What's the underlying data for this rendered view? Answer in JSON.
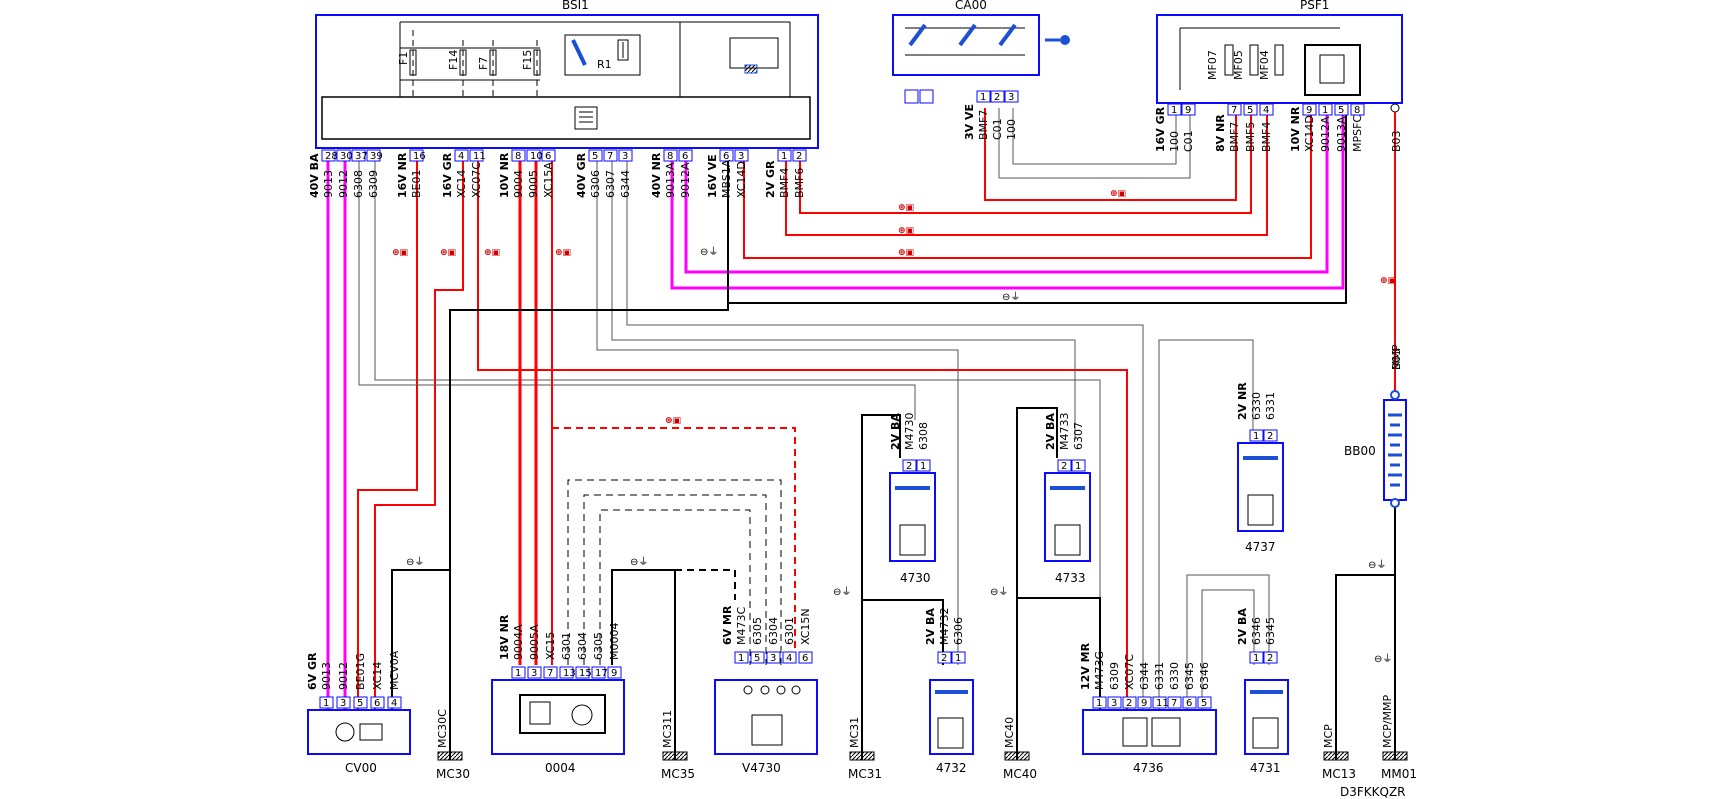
{
  "diagram_code": "D3FKKQZR",
  "components": {
    "bsi1": {
      "label": "BSI1",
      "fuses": [
        "F1",
        "F14",
        "F7",
        "F15"
      ],
      "relay": "R1"
    },
    "ca00": {
      "label": "CA00"
    },
    "psf1": {
      "label": "PSF1",
      "fuses": [
        "MF07",
        "MF05",
        "MF04"
      ]
    },
    "cv00": {
      "label": "CV00"
    },
    "c0004": {
      "label": "0004"
    },
    "v4730": {
      "label": "V4730"
    },
    "c4730": {
      "label": "4730"
    },
    "c4733": {
      "label": "4733"
    },
    "c4737": {
      "label": "4737"
    },
    "c4732": {
      "label": "4732"
    },
    "c4736": {
      "label": "4736"
    },
    "c4731": {
      "label": "4731"
    },
    "bb00": {
      "label": "BB00"
    }
  },
  "grounds": [
    "MC30",
    "MC35",
    "MC31",
    "MC40",
    "MC13",
    "MM01"
  ],
  "ground_wires": {
    "mc30": "MC30C",
    "mc35": "MC311",
    "mc31": "MC31",
    "mc40": "MC40",
    "mc13": "MCP",
    "mm01": "MCP/MMP"
  },
  "connectors": {
    "bsi1_a": {
      "header": "40V BA",
      "pins": [
        "28",
        "30",
        "37",
        "39"
      ],
      "wires": [
        "9013",
        "9012",
        "6308",
        "6309"
      ]
    },
    "bsi1_b": {
      "header": "16V NR",
      "pins": [
        "16"
      ],
      "wires": [
        "BE01"
      ]
    },
    "bsi1_c": {
      "header": "16V GR",
      "pins": [
        "4",
        "11"
      ],
      "wires": [
        "XC14",
        "XC07C"
      ]
    },
    "bsi1_d": {
      "header": "10V NR",
      "pins": [
        "8",
        "10",
        "6"
      ],
      "wires": [
        "9004",
        "9005",
        "XC15A"
      ]
    },
    "bsi1_e": {
      "header": "40V GR",
      "pins": [
        "5",
        "7",
        "3"
      ],
      "wires": [
        "6306",
        "6307",
        "6344"
      ]
    },
    "bsi1_f": {
      "header": "40V NR",
      "pins": [
        "8",
        "6"
      ],
      "wires": [
        "9013A",
        "9012A"
      ]
    },
    "bsi1_g": {
      "header": "16V VE",
      "pins": [
        "6",
        "3"
      ],
      "wires": [
        "MBS1A",
        "XC14D"
      ]
    },
    "bsi1_h": {
      "header": "2V GR",
      "pins": [
        "1",
        "2"
      ],
      "wires": [
        "BMF4",
        "BMF6"
      ]
    },
    "ca00_a": {
      "header": "3V VE",
      "pins": [
        "1",
        "2",
        "3"
      ],
      "wires": [
        "BMF7",
        "C01",
        "100"
      ]
    },
    "psf1_a": {
      "header": "16V GR",
      "pins": [
        "1",
        "9"
      ],
      "wires": [
        "100",
        "C01"
      ]
    },
    "psf1_b": {
      "header": "8V NR",
      "pins": [
        "7",
        "5",
        "4"
      ],
      "wires": [
        "BMF7",
        "BMF5",
        "BMF4"
      ]
    },
    "psf1_c": {
      "header": "10V NR",
      "pins": [
        "9",
        "1",
        "5",
        "8"
      ],
      "wires": [
        "XC14D",
        "9012A",
        "9013A",
        "MPSFC"
      ]
    },
    "psf1_d": {
      "header": "",
      "pins": [],
      "wires": [
        "B03"
      ]
    },
    "cv00": {
      "header": "6V GR",
      "pins": [
        "1",
        "3",
        "5",
        "6",
        "4"
      ],
      "wires": [
        "9013",
        "9012",
        "BE01G",
        "XC14",
        "MCV0A"
      ]
    },
    "c0004": {
      "header": "18V NR",
      "pins": [
        "1",
        "3",
        "7",
        "13",
        "15",
        "17",
        "9"
      ],
      "wires": [
        "9004A",
        "9005A",
        "XC15",
        "6301",
        "6304",
        "6305",
        "M0004"
      ]
    },
    "v4730": {
      "header": "6V MR",
      "pins": [
        "1",
        "5",
        "3",
        "4",
        "6"
      ],
      "wires": [
        "M473C",
        "6305",
        "6304",
        "6301",
        "XC15N"
      ]
    },
    "c4730": {
      "header": "2V BA",
      "pins": [
        "2",
        "1"
      ],
      "wires": [
        "M4730",
        "6308"
      ]
    },
    "c4733": {
      "header": "2V BA",
      "pins": [
        "2",
        "1"
      ],
      "wires": [
        "M4733",
        "6307"
      ]
    },
    "c4737": {
      "header": "2V NR",
      "pins": [
        "1",
        "2"
      ],
      "wires": [
        "6330",
        "6331"
      ]
    },
    "c4732": {
      "header": "2V BA",
      "pins": [
        "2",
        "1"
      ],
      "wires": [
        "M4732",
        "6306"
      ]
    },
    "c4736": {
      "header": "12V MR",
      "pins": [
        "1",
        "3",
        "2",
        "9",
        "11",
        "7",
        "6",
        "5"
      ],
      "wires": [
        "M473G",
        "6309",
        "XC07C",
        "6344",
        "6331",
        "6330",
        "6345",
        "6346"
      ]
    },
    "c4731": {
      "header": "2V BA",
      "pins": [
        "1",
        "2"
      ],
      "wires": [
        "6346",
        "6345"
      ]
    },
    "bb00": {
      "header": "",
      "pins": [],
      "wires": [
        "B03",
        "MMP"
      ]
    }
  },
  "marks": {
    "positive": "⊕",
    "fuse": "▣",
    "ground": "⊖⏚"
  },
  "colors": {
    "frame": "#0a0aff",
    "power": "#ff0000",
    "signal": "#ff00ff",
    "ground": "#000000",
    "data": "#555555"
  }
}
